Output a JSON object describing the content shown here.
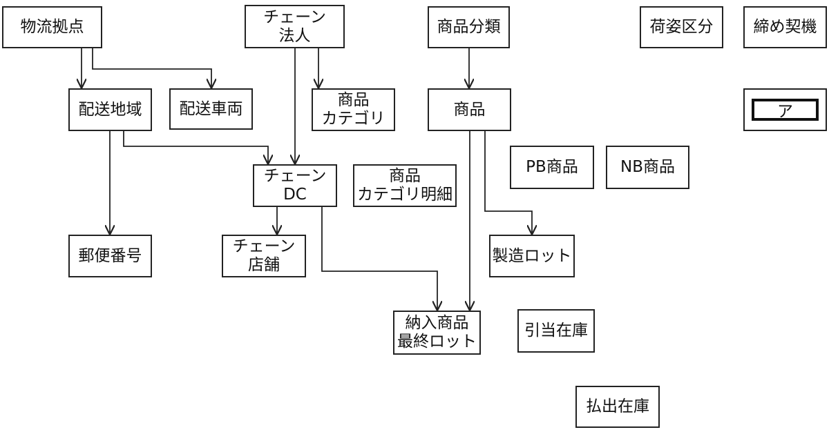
{
  "entities": {
    "butsuryu_kyoten": "物流拠点",
    "chain_hojin": "チェーン\n法人",
    "shohin_bunrui": "商品分類",
    "nisugata_kubun": "荷姿区分",
    "shime_keiki": "締め契機",
    "haiso_chiiki": "配送地域",
    "haiso_sharyo": "配送車両",
    "shohin_category": "商品\nカテゴリ",
    "shohin": "商品",
    "chain_dc": "チェーン\nDC",
    "shohin_category_meisai": "商品\nカテゴリ明細",
    "pb_shohin": "PB商品",
    "nb_shohin": "NB商品",
    "yubin_bango": "郵便番号",
    "chain_tenpo": "チェーン\n店舗",
    "seizo_lot": "製造ロット",
    "nonyu_saishu_lot": "納入商品\n最終ロット",
    "hikiate_zaiko": "引当在庫",
    "haraidashi_zaiko": "払出在庫"
  },
  "legend": {
    "blank_label": "ア"
  }
}
